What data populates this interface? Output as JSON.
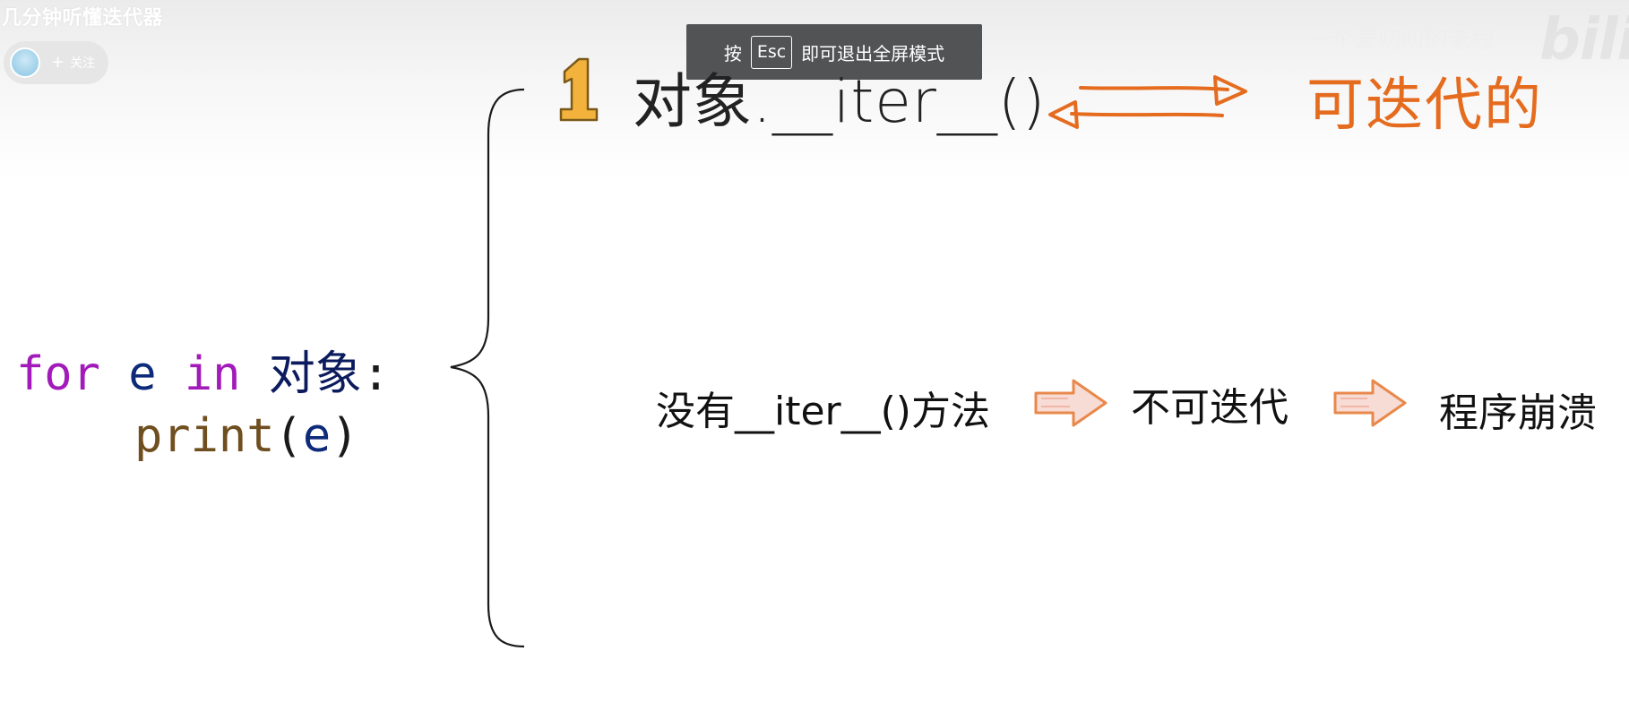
{
  "video": {
    "title": "几分钟听懂迭代器",
    "follow_label": "关注",
    "follow_plus": "+"
  },
  "fullscreen_toast": {
    "prefix": "按",
    "key": "Esc",
    "suffix": "即可退出全屏模式"
  },
  "brand": {
    "logo_text": "bilib",
    "watermark_text": "一个爱叨叨的老程"
  },
  "slide": {
    "step_number": "1",
    "object_iter": "对象.__iter__()",
    "iterable_label": "可迭代的",
    "code": {
      "for_kw": "for",
      "var": "e",
      "in_kw": "in",
      "obj": "对象",
      "colon": ":",
      "print_fn": "print",
      "open_paren": "(",
      "arg": "e",
      "close_paren": ")"
    },
    "flow": {
      "no_iter": "没有__iter__()方法",
      "not_iterable": "不可迭代",
      "crash": "程序崩溃"
    }
  },
  "colors": {
    "accent_orange": "#e56c1f",
    "badge_yellow": "#f3b23c",
    "toast_bg": "#515355",
    "code_purple": "#a21ab9",
    "code_navy": "#0e2a7a",
    "code_brown": "#6f4e1f",
    "hand_arrow_fill": "#f7dcd5",
    "hand_arrow_stroke": "#e8884a"
  }
}
